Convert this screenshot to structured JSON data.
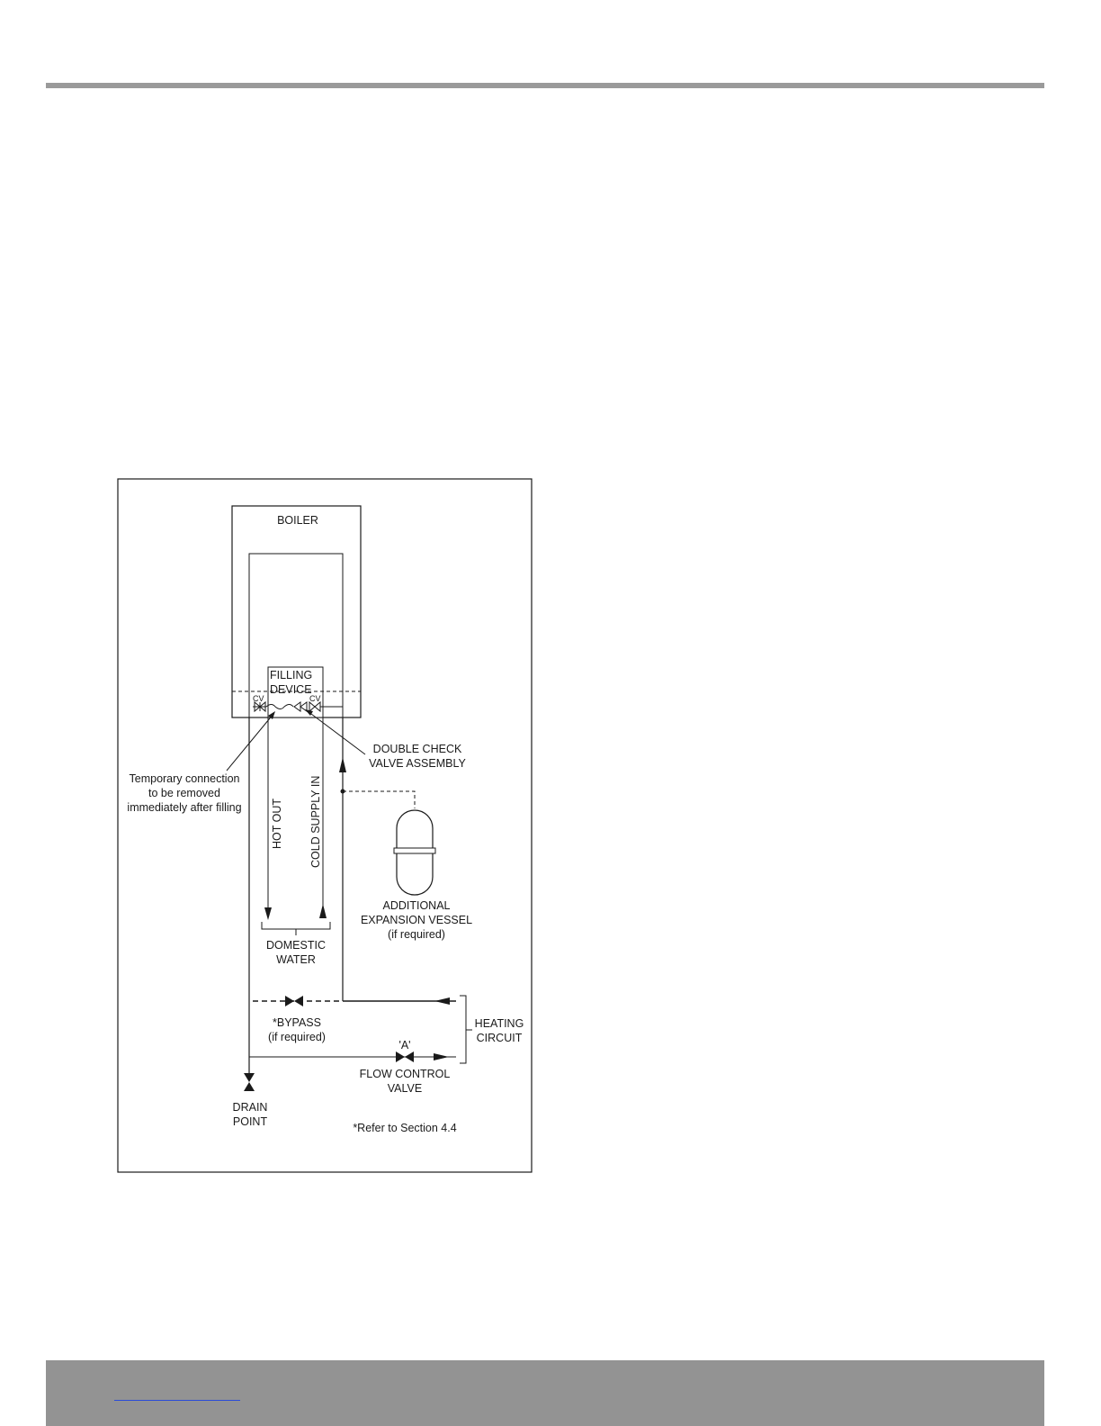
{
  "diagram": {
    "boiler": "BOILER",
    "filling_line1": "FILLING",
    "filling_line2": "DEVICE",
    "cv": "CV",
    "double_check_line1": "DOUBLE CHECK",
    "double_check_line2": "VALVE ASSEMBLY",
    "temp_line1": "Temporary connection",
    "temp_line2": "to be removed",
    "temp_line3": "immediately after filling",
    "hot_out": "HOT OUT",
    "cold_supply": "COLD SUPPLY IN",
    "expansion_line1": "ADDITIONAL",
    "expansion_line2": "EXPANSION VESSEL",
    "expansion_line3": "(if required)",
    "domestic_line1": "DOMESTIC",
    "domestic_line2": "WATER",
    "heating_line1": "HEATING",
    "heating_line2": "CIRCUIT",
    "bypass_line1": "*BYPASS",
    "bypass_line2": "(if required)",
    "valve_a": "'A'",
    "flow_line1": "FLOW CONTROL",
    "flow_line2": "VALVE",
    "drain_line1": "DRAIN",
    "drain_line2": "POINT",
    "refer_note": "*Refer to Section 4.4"
  },
  "colors": {
    "rule": "#9a9a9a",
    "footer": "#939393",
    "link": "#2a4bd7",
    "ink": "#1a1a1a"
  }
}
